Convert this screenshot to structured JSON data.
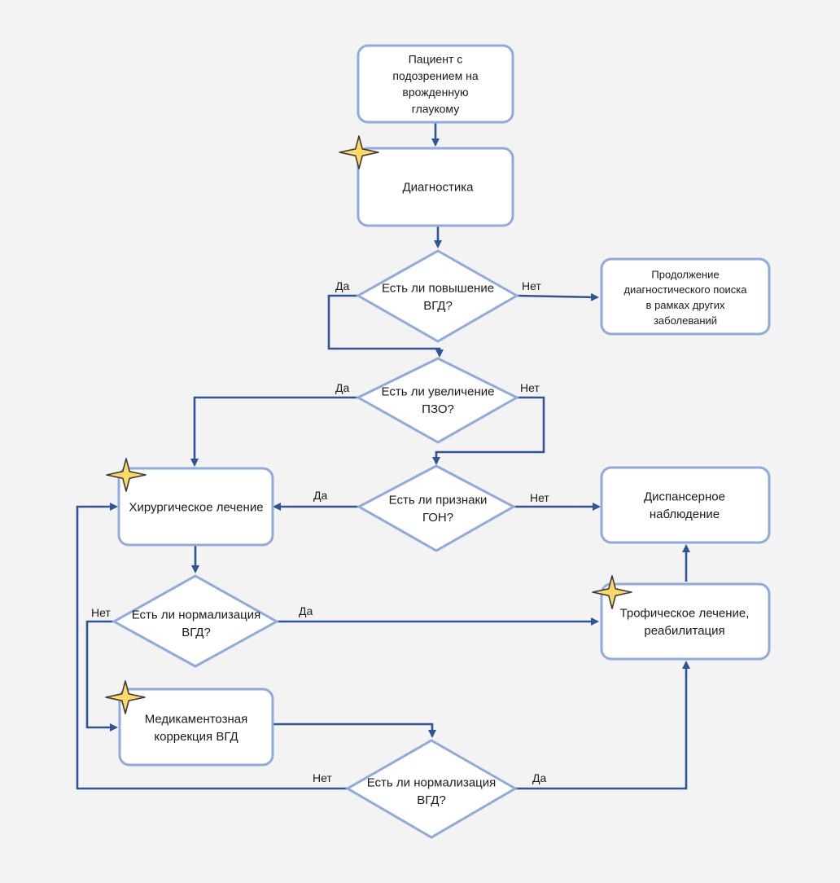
{
  "colors": {
    "background": "#f3f3f3",
    "node_fill": "#ffffff",
    "node_border": "#8faadc",
    "arrow": "#2f5597",
    "star_fill": "#ffd966",
    "star_stroke": "#3b3b3b"
  },
  "nodes": {
    "start": {
      "lines": [
        "Пациент с",
        "подозрением на",
        "врожденную",
        "глаукому"
      ]
    },
    "diagnostics": {
      "lines": [
        "Диагностика"
      ]
    },
    "q_iop": {
      "lines": [
        "Есть ли повышение",
        "ВГД?"
      ]
    },
    "continue_search": {
      "lines": [
        "Продолжение",
        "диагностического поиска",
        "в рамках других",
        "заболеваний"
      ]
    },
    "q_axial": {
      "lines": [
        "Есть ли увеличение",
        "ПЗО?"
      ]
    },
    "q_gon": {
      "lines": [
        "Есть ли признаки",
        "ГОН?"
      ]
    },
    "surgery": {
      "lines": [
        "Хирургическое лечение"
      ]
    },
    "dispensary": {
      "lines": [
        "Диспансерное",
        "наблюдение"
      ]
    },
    "q_norm1": {
      "lines": [
        "Есть ли нормализация",
        "ВГД?"
      ]
    },
    "trophic": {
      "lines": [
        "Трофическое лечение,",
        "реабилитация"
      ]
    },
    "medication": {
      "lines": [
        "Медикаментозная",
        "коррекция ВГД"
      ]
    },
    "q_norm2": {
      "lines": [
        "Есть ли нормализация",
        "ВГД?"
      ]
    }
  },
  "edge_labels": {
    "q_iop_yes": "Да",
    "q_iop_no": "Нет",
    "q_axial_yes": "Да",
    "q_axial_no": "Нет",
    "q_gon_yes": "Да",
    "q_gon_no": "Нет",
    "q_norm1_no": "Нет",
    "q_norm1_yes": "Да",
    "q_norm2_no": "Нет",
    "q_norm2_yes": "Да"
  },
  "star_icons": [
    "star-icon",
    "star-icon",
    "star-icon",
    "star-icon",
    "star-icon"
  ]
}
